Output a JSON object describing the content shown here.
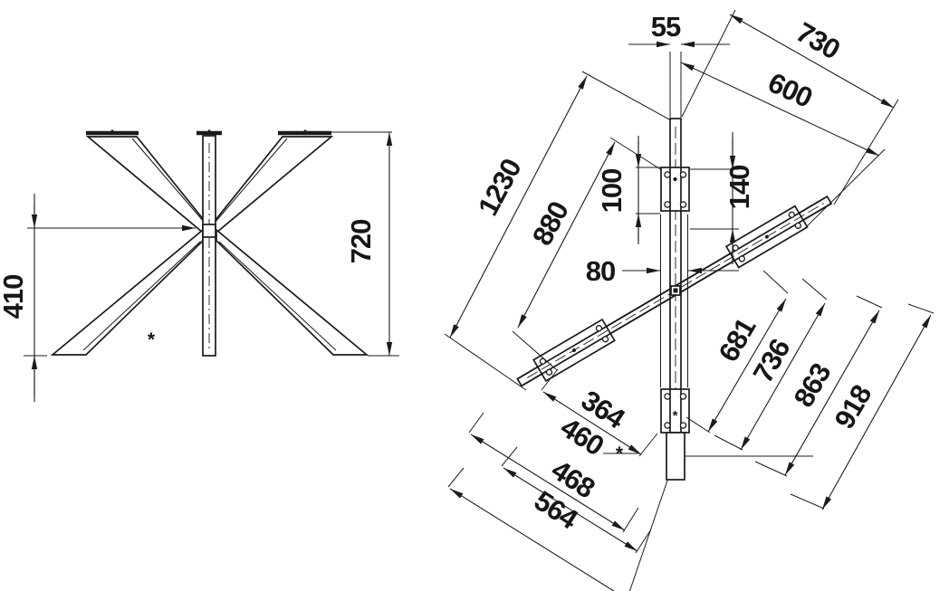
{
  "drawing": {
    "background": "#ffffff",
    "line_color": "#1b1b1b",
    "front_view": {
      "height": "720",
      "cross_height": "410",
      "footnote": "*"
    },
    "top_view": {
      "top_width": "55",
      "outer_arm": "730",
      "plate_arm": "600",
      "diagonal": "1230",
      "plate_diagonal": "880",
      "plate_length": "100",
      "plate_pitch": "140",
      "profile_width": "80",
      "right_fan": [
        "681",
        "736",
        "863",
        "918"
      ],
      "left_fan": [
        "364",
        "460",
        "468",
        "564"
      ],
      "footnote": "*"
    }
  }
}
